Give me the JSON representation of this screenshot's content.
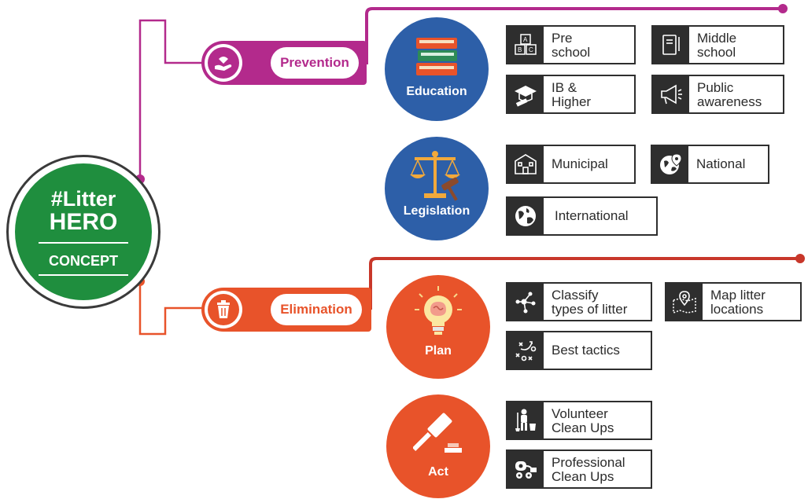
{
  "hub": {
    "hashtag": "#Litter",
    "hero": "HERO",
    "concept": "CONCEPT"
  },
  "colors": {
    "prevention": "#b32a8c",
    "elimination": "#e8532a",
    "education": "#2d5fa8",
    "plan": "#e8532a",
    "hub_green": "#1f8e3e",
    "box_border": "#2e2e2e"
  },
  "prevention": {
    "label": "Prevention",
    "icon": "hand-heart-icon",
    "education": {
      "label": "Education",
      "icon": "books-icon",
      "items": [
        {
          "text": "Pre\nschool",
          "icon": "abc-blocks-icon"
        },
        {
          "text": "Middle\nschool",
          "icon": "notebook-icon"
        },
        {
          "text": "IB &\nHigher",
          "icon": "graduation-cap-icon"
        },
        {
          "text": "Public\nawareness",
          "icon": "megaphone-icon"
        }
      ]
    },
    "legislation": {
      "label": "Legislation",
      "icon": "scales-gavel-icon",
      "items": [
        {
          "text": "Municipal",
          "icon": "building-icon"
        },
        {
          "text": "National",
          "icon": "globe-pin-icon"
        },
        {
          "text": "International",
          "icon": "globe-icon"
        }
      ]
    }
  },
  "elimination": {
    "label": "Elimination",
    "icon": "trash-can-icon",
    "plan": {
      "label": "Plan",
      "icon": "lightbulb-brain-icon",
      "items": [
        {
          "text": "Classify\ntypes of litter",
          "icon": "network-icon"
        },
        {
          "text": "Map litter\nlocations",
          "icon": "map-pin-icon"
        },
        {
          "text": "Best tactics",
          "icon": "tactics-icon"
        }
      ]
    },
    "act": {
      "label": "Act",
      "icon": "gavel-icon",
      "items": [
        {
          "text": "Volunteer\nClean Ups",
          "icon": "janitor-icon"
        },
        {
          "text": "Professional\nClean Ups",
          "icon": "vacuum-icon"
        }
      ]
    }
  }
}
